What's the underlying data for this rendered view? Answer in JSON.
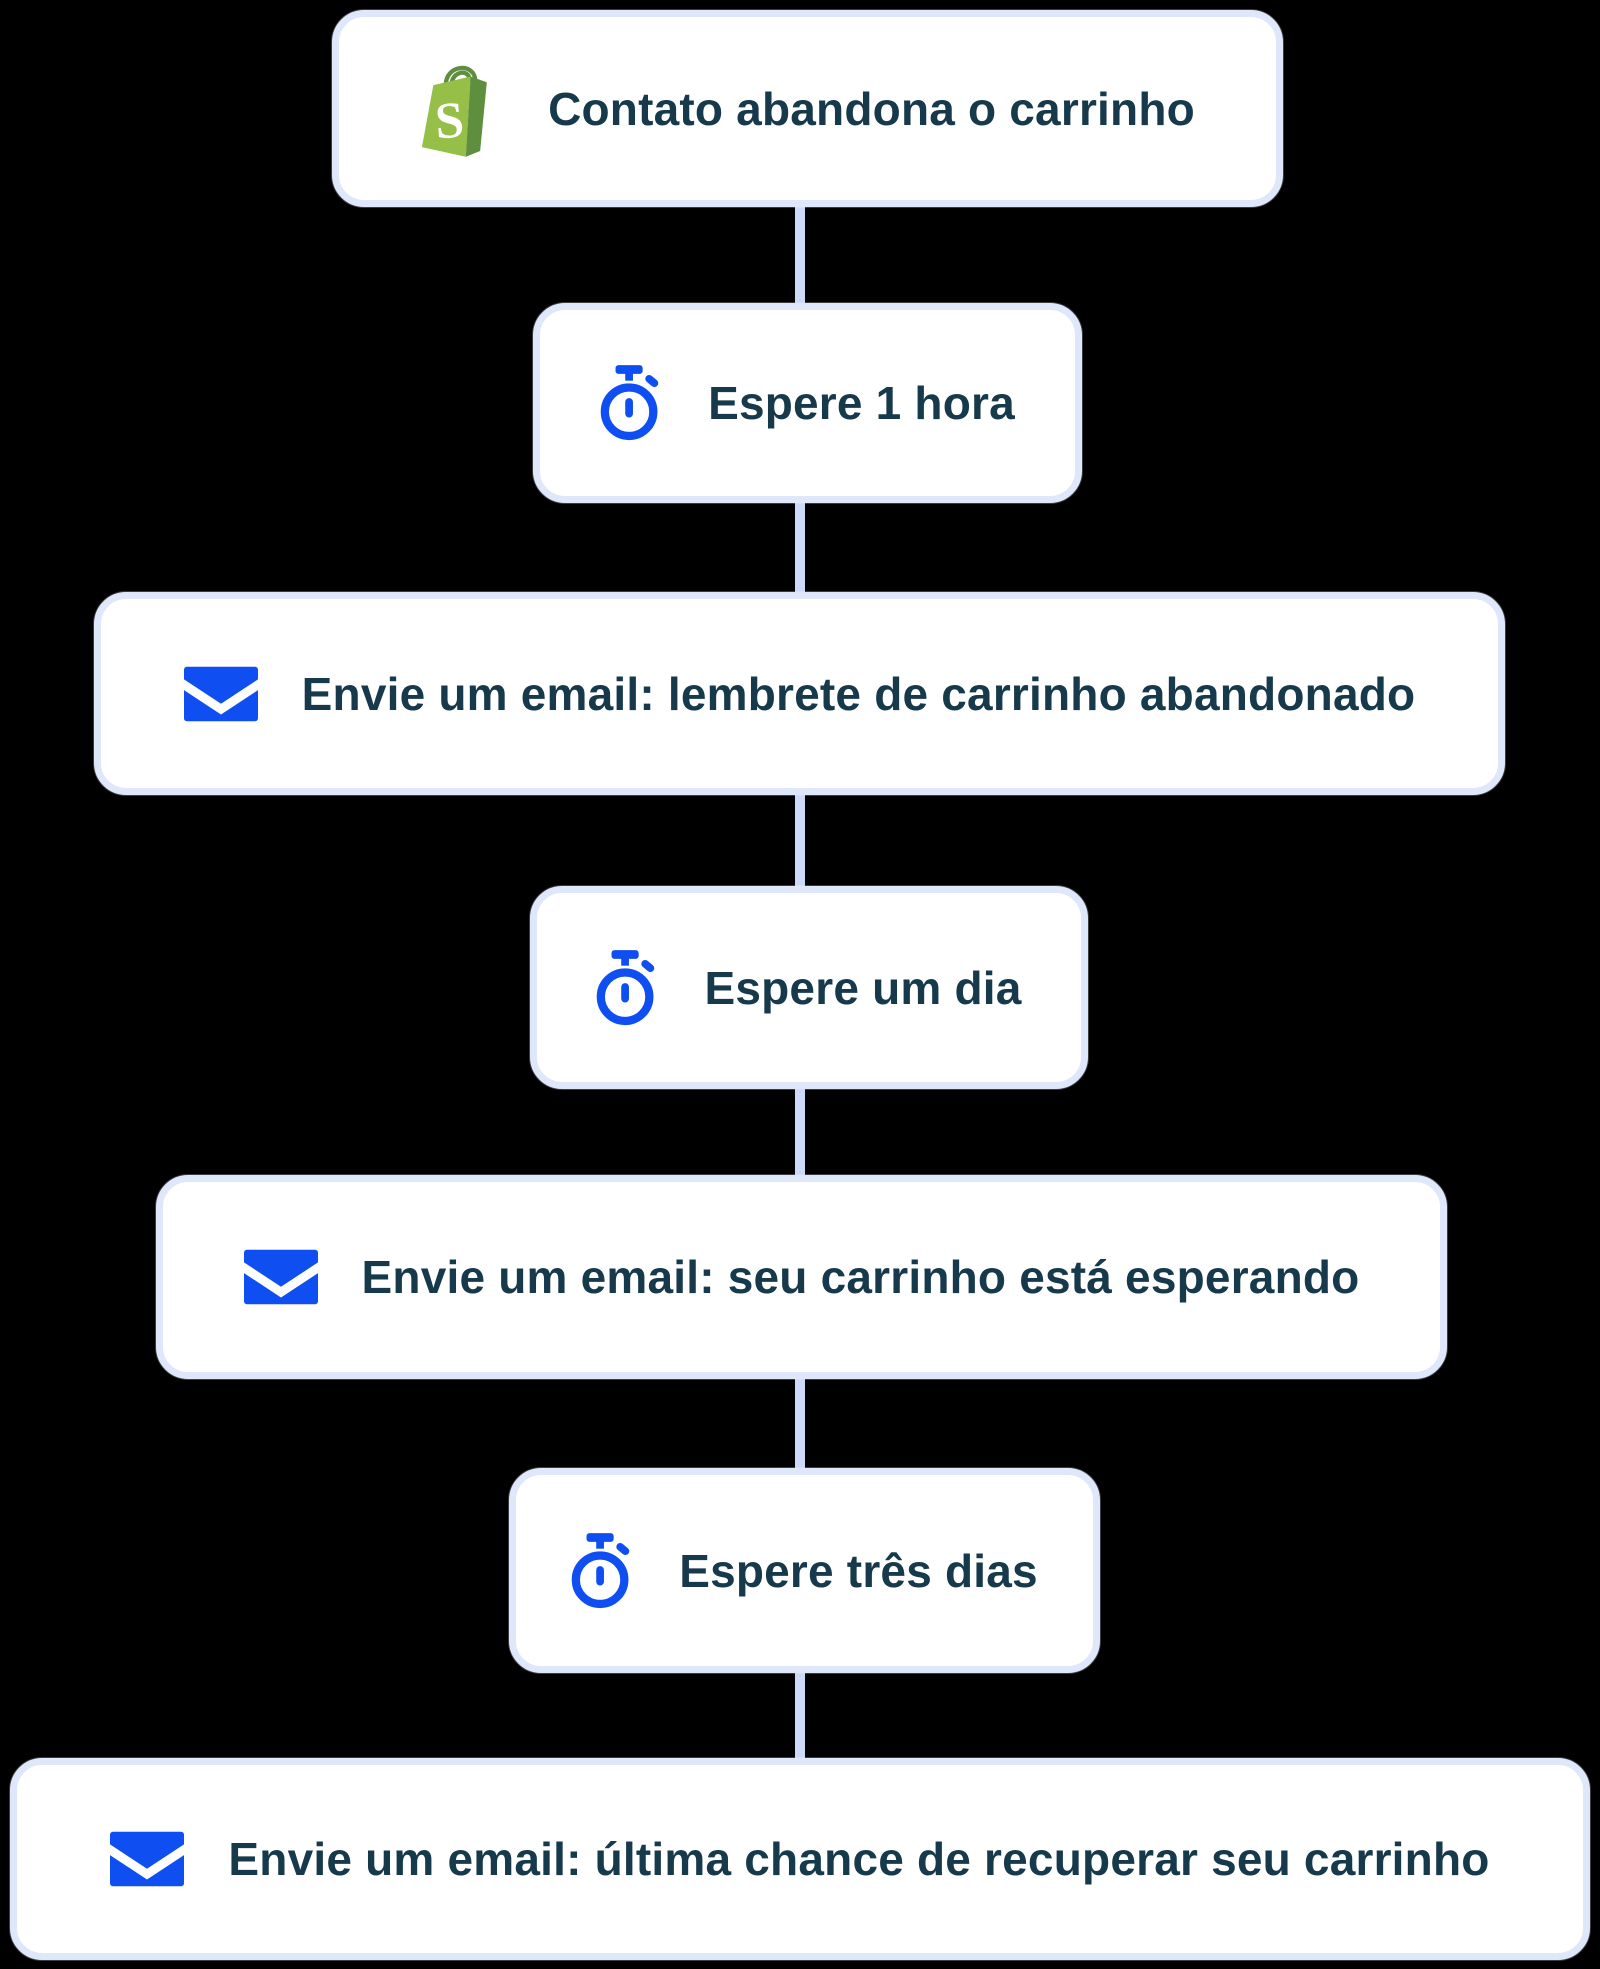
{
  "colors": {
    "canvas_bg": "#000000",
    "box_bg": "#ffffff",
    "box_border": "#dfe7fb",
    "connector": "#cdd9f8",
    "label_text": "#16394b",
    "icon_blue": "#0f4ff2",
    "shopify_green_light": "#95bf47",
    "shopify_green_dark": "#5e8e3e"
  },
  "flow": {
    "nodes": [
      {
        "type": "trigger",
        "icon": "shopify-bag-icon",
        "label": "Contato abandona o carrinho"
      },
      {
        "type": "wait",
        "icon": "stopwatch-icon",
        "label": "Espere 1 hora"
      },
      {
        "type": "send-email",
        "icon": "envelope-icon",
        "label": "Envie um email: lembrete de carrinho abandonado"
      },
      {
        "type": "wait",
        "icon": "stopwatch-icon",
        "label": "Espere um dia"
      },
      {
        "type": "send-email",
        "icon": "envelope-icon",
        "label": "Envie um email: seu carrinho está esperando"
      },
      {
        "type": "wait",
        "icon": "stopwatch-icon",
        "label": "Espere três dias"
      },
      {
        "type": "send-email",
        "icon": "envelope-icon",
        "label": "Envie um email: última chance de recuperar seu carrinho"
      }
    ]
  }
}
